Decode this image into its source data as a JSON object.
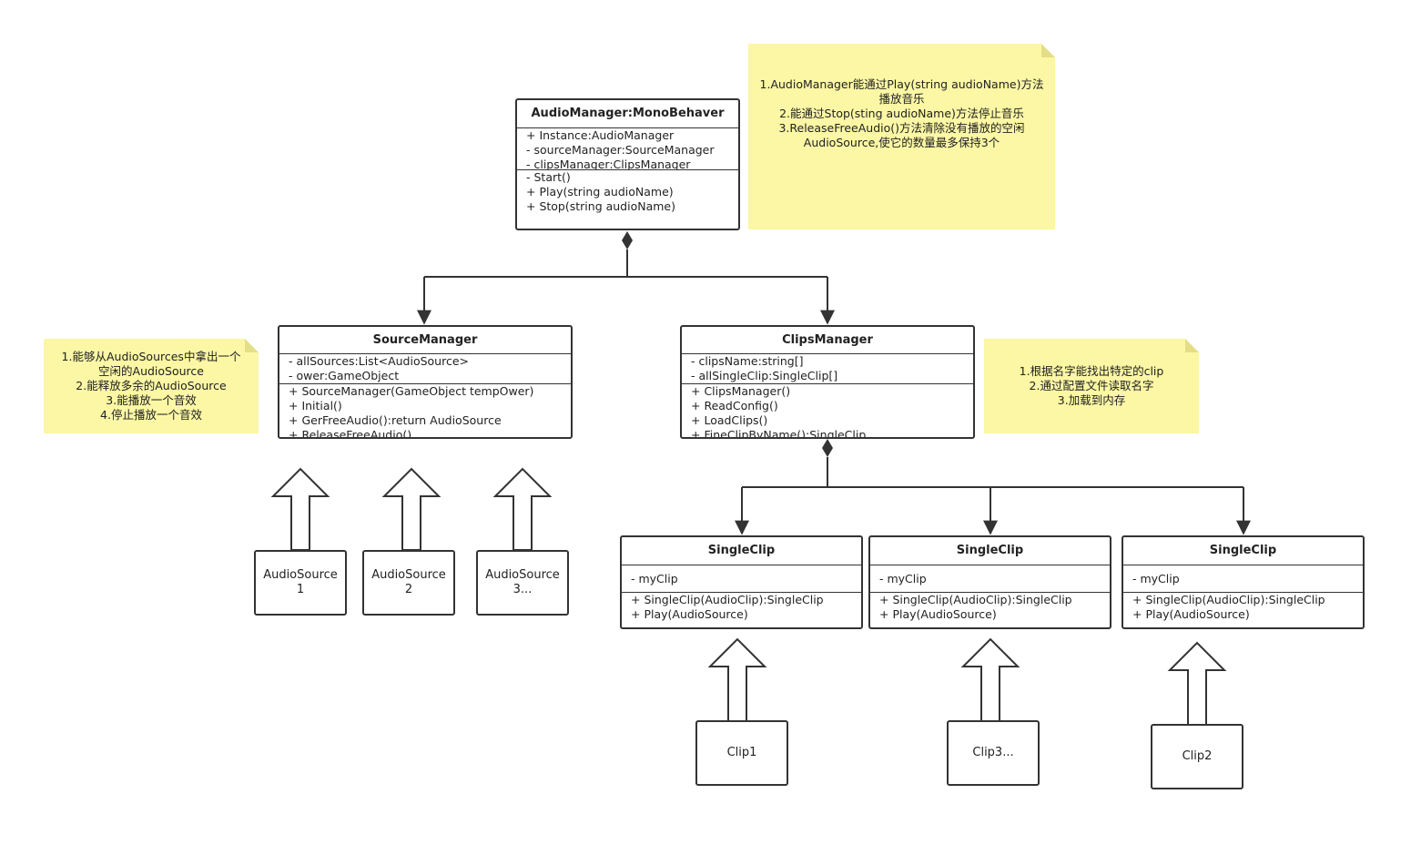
{
  "audio_manager": {
    "title": "AudioManager:MonoBehaver",
    "attributes": [
      "+ Instance:AudioManager",
      "- sourceManager:SourceManager",
      "- clipsManager:ClipsManager"
    ],
    "methods": [
      "- Start()",
      "+ Play(string audioName)",
      "+ Stop(string audioName)"
    ]
  },
  "source_manager": {
    "title": "SourceManager",
    "attributes": [
      "- allSources:List<AudioSource>",
      "- ower:GameObject"
    ],
    "methods": [
      "+ SourceManager(GameObject tempOwer)",
      "+ Initial()",
      "+ GerFreeAudio():return AudioSource",
      "+ ReleaseFreeAudio()"
    ]
  },
  "clips_manager": {
    "title": "ClipsManager",
    "attributes": [
      "- clipsName:string[]",
      "- allSingleClip:SingleClip[]"
    ],
    "methods": [
      "+ ClipsManager()",
      "+ ReadConfig()",
      "+ LoadClips()",
      "+ FineClipByName():SingleClip"
    ]
  },
  "single_clips": [
    {
      "title": "SingleClip",
      "attributes": [
        "- myClip"
      ],
      "methods": [
        "+ SingleClip(AudioClip):SingleClip",
        "+ Play(AudioSource)"
      ]
    },
    {
      "title": "SingleClip",
      "attributes": [
        "- myClip"
      ],
      "methods": [
        "+ SingleClip(AudioClip):SingleClip",
        "+ Play(AudioSource)"
      ]
    },
    {
      "title": "SingleClip",
      "attributes": [
        "- myClip"
      ],
      "methods": [
        "+ SingleClip(AudioClip):SingleClip",
        "+ Play(AudioSource)"
      ]
    }
  ],
  "notes": {
    "audio_manager_note": [
      "1.AudioManager能通过Play(string audioName)方法",
      "播放音乐",
      "2.能通过Stop(sting audioName)方法停止音乐",
      "3.ReleaseFreeAudio()方法清除没有播放的空闲",
      "AudioSource,使它的数量最多保持3个"
    ],
    "source_manager_note": [
      "1.能够从AudioSources中拿出一个",
      "空闲的AudioSource",
      "2.能释放多余的AudioSource",
      "3.能播放一个音效",
      "4.停止播放一个音效"
    ],
    "clips_manager_note": [
      "1.根据名字能找出特定的clip",
      "2.通过配置文件读取名字",
      "3.加载到内存"
    ]
  },
  "audio_sources": [
    "AudioSource1",
    "AudioSource2",
    "AudioSource3..."
  ],
  "clips": [
    "Clip1",
    "Clip3...",
    "Clip2"
  ],
  "colors": {
    "note_fill": "#fbf7a4",
    "line": "#333333"
  }
}
